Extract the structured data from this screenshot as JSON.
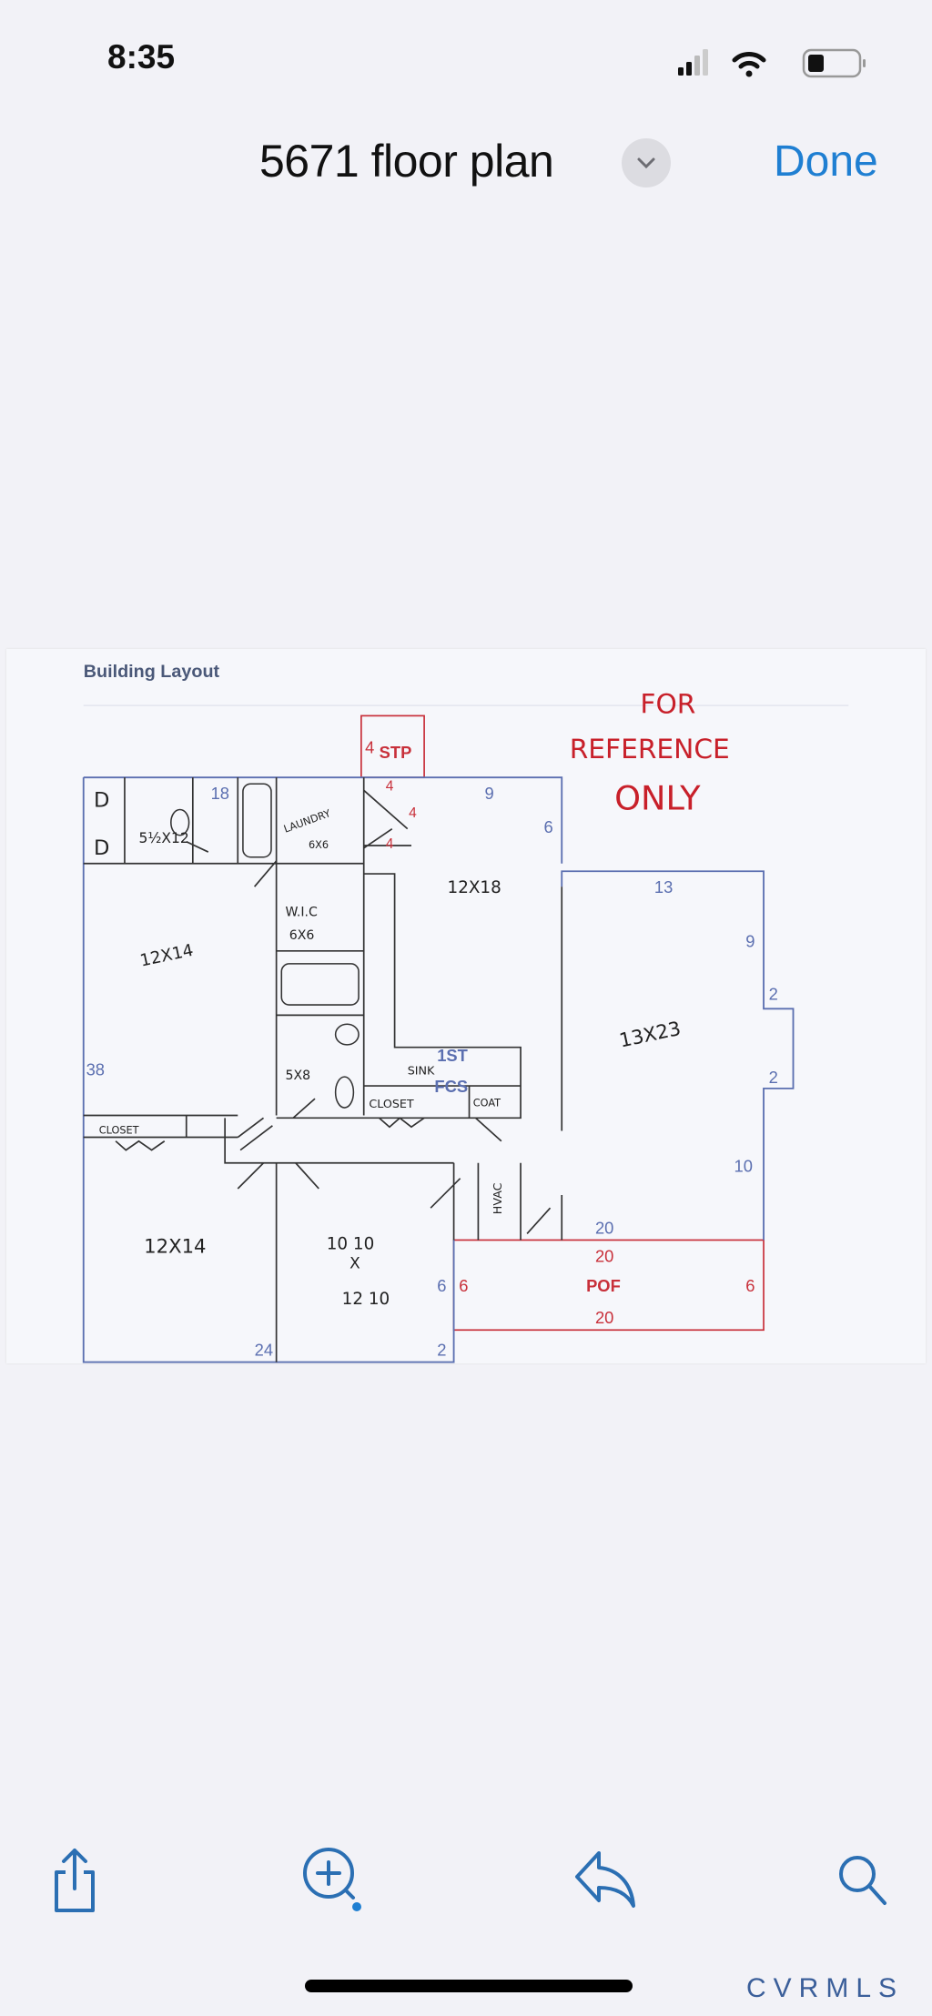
{
  "status_bar": {
    "time": "8:35",
    "icons": [
      "cellular-signal-icon",
      "wifi-icon",
      "battery-icon"
    ]
  },
  "nav": {
    "title": "5671 floor plan",
    "done_label": "Done"
  },
  "document": {
    "heading": "Building Layout",
    "stamp": [
      "FOR",
      "REFERENCE",
      "ONLY"
    ],
    "rooms": {
      "bath_top": "5½X12",
      "laundry": [
        "LAUNDRY",
        "6X6"
      ],
      "bedroom_main": "12X14",
      "wic": [
        "W.I.C",
        "6X6"
      ],
      "kitchen": "12X18",
      "living": "13X23",
      "bath2": "5X8",
      "bedroom2": "12X14",
      "bedroom3": [
        "10 10",
        "X",
        "12 10"
      ],
      "closet1": "CLOSET",
      "closet2": "CLOSET",
      "coat": "COAT",
      "sink": "SINK",
      "first": "1ST",
      "fcs": "FCS",
      "hvac": "HVAC",
      "dryer": "D",
      "washer": "D"
    },
    "dimensions": {
      "d18": "18",
      "d9a": "9",
      "d6a": "6",
      "d13": "13",
      "d9b": "9",
      "d2a": "2",
      "d2b": "2",
      "d10": "10",
      "d38": "38",
      "d20a": "20",
      "d24": "24",
      "d2c": "2",
      "d6b": "6"
    },
    "porch": {
      "stp": "STP",
      "stp_dim": "4",
      "pof": "POF",
      "top": "20",
      "bottom": "20",
      "left": "6",
      "right": "6",
      "step_dims": [
        "4",
        "4",
        "4"
      ]
    }
  },
  "toolbar": {
    "items": [
      "share",
      "zoom-in",
      "reply",
      "search"
    ]
  },
  "watermark": "CVRMLS",
  "colors": {
    "accent": "#1f7fd2",
    "plan_blue": "#5b6fb0",
    "plan_red": "#c8303a",
    "background": "#f2f2f7"
  }
}
